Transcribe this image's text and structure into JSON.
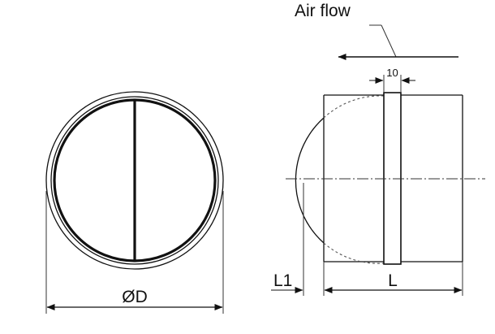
{
  "labels": {
    "air_flow": "Air flow",
    "dim_width": "10",
    "dim_diameter": "ØD",
    "dim_l1": "L1",
    "dim_l": "L"
  },
  "colors": {
    "line": "#111111",
    "thin": "#333333",
    "dash": "#555555",
    "background": "#ffffff"
  }
}
